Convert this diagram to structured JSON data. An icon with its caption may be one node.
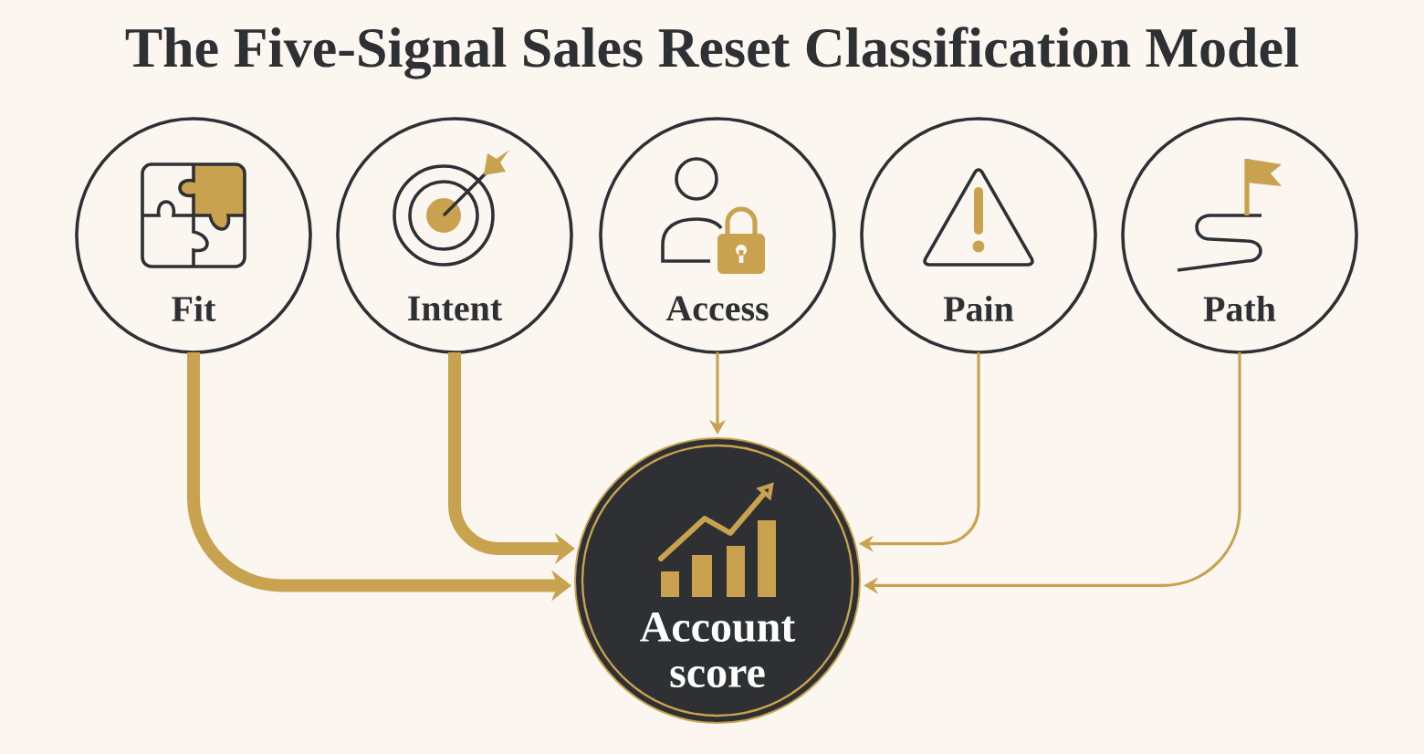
{
  "diagram": {
    "title": "The Five-Signal Sales Reset Classification Model",
    "nodes": [
      {
        "text": [
          "Fit"
        ]
      },
      {
        "text": [
          "Intent"
        ]
      },
      {
        "text": [
          "Access"
        ]
      },
      {
        "text": [
          "Pain"
        ]
      },
      {
        "text": [
          "Path"
        ]
      },
      {
        "text": [
          "Account score"
        ]
      }
    ],
    "edges": [
      {
        "from": 0,
        "to": 5,
        "arrow": "to",
        "style": "thick"
      },
      {
        "from": 1,
        "to": 5,
        "arrow": "to",
        "style": "thick"
      },
      {
        "from": 2,
        "to": 5,
        "arrow": "to"
      },
      {
        "from": 3,
        "to": 5,
        "arrow": "to"
      },
      {
        "from": 4,
        "to": 5,
        "arrow": "to"
      }
    ]
  }
}
